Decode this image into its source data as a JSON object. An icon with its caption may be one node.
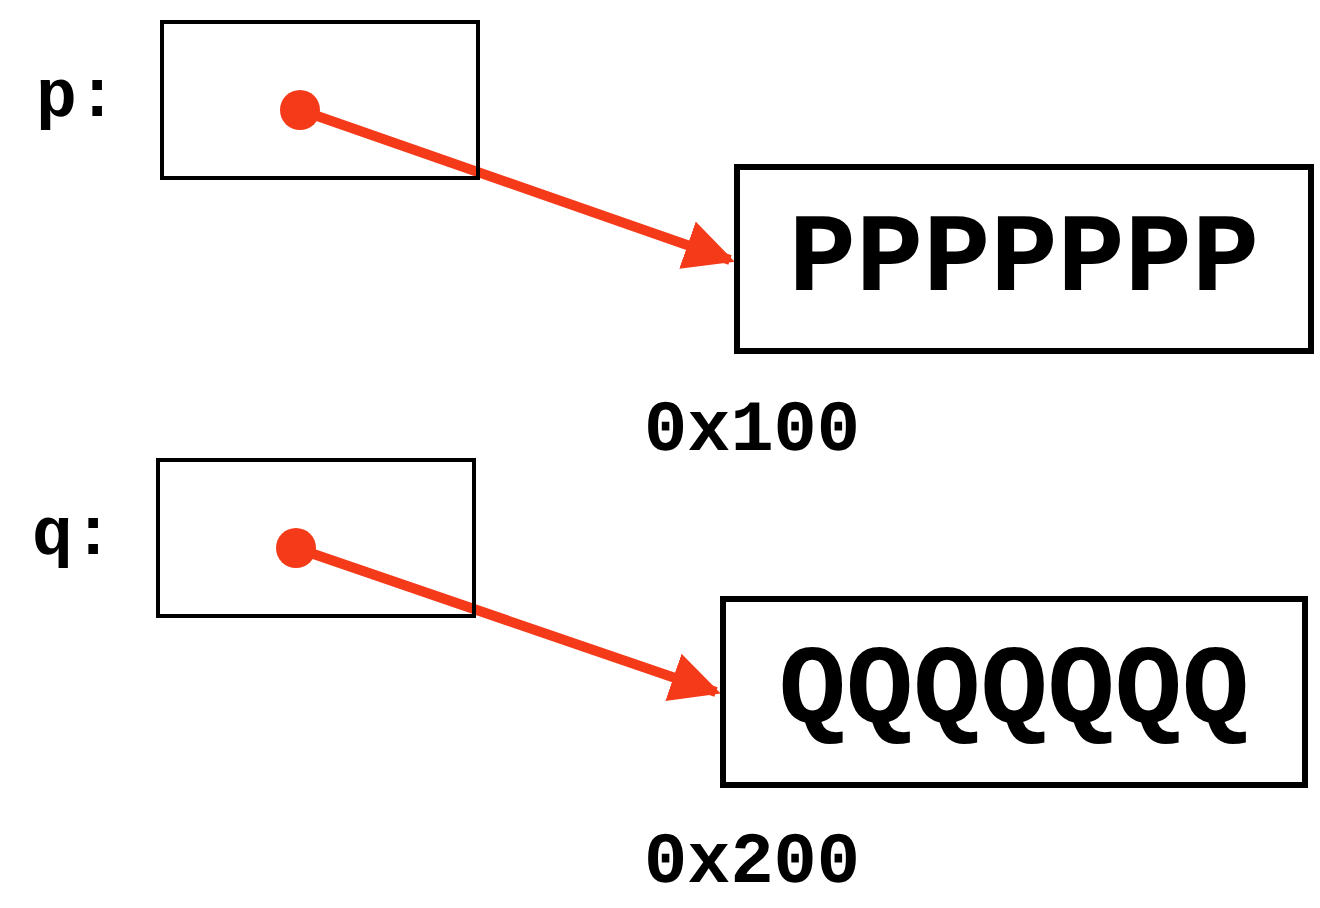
{
  "diagram": {
    "nodes": [
      {
        "text": [
          "p:"
        ]
      },
      {
        "text": [
          "PPPPPPP"
        ],
        "beside": [
          "0x100"
        ]
      },
      {
        "text": [
          "q:"
        ]
      },
      {
        "text": [
          "QQQQQQQ"
        ],
        "beside": [
          "0x200"
        ]
      }
    ],
    "edges": [
      {
        "from": 0,
        "to": 1,
        "arrow": "to"
      },
      {
        "from": 2,
        "to": 3,
        "arrow": "to"
      }
    ]
  }
}
